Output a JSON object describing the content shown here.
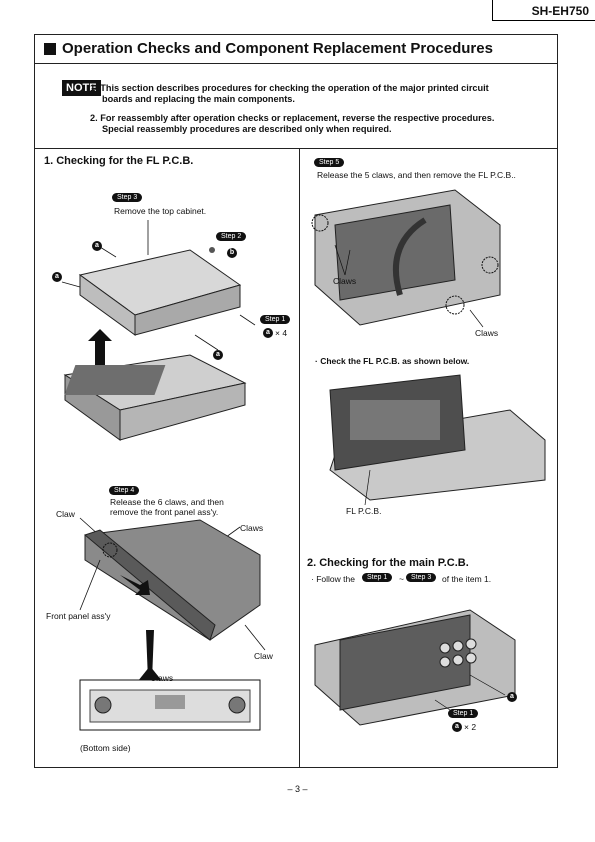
{
  "header": {
    "model": "SH-EH750"
  },
  "title": "Operation Checks and Component Replacement Procedures",
  "note": {
    "badge": "NOTE",
    "item1_a": "1. This section describes procedures for checking the operation of the major printed circuit",
    "item1_b": "boards and replacing the main components.",
    "item2_a": "2. For reassembly after operation checks or replacement, reverse the respective procedures.",
    "item2_b": "Special reassembly procedures are described only when required."
  },
  "left": {
    "heading": "1. Checking for the FL P.C.B.",
    "step3": "Step 3",
    "step3_text": "Remove the top cabinet.",
    "step2": "Step 2",
    "step1": "Step 1",
    "x4": "× 4",
    "a": "a",
    "b": "b",
    "step4": "Step 4",
    "step4_text_a": "Release the 6 claws, and then",
    "step4_text_b": "remove the front panel ass'y.",
    "claw": "Claw",
    "claws": "Claws",
    "front_panel": "Front panel ass'y",
    "claw2": "Claw",
    "claws_bottom": "Claws",
    "bottom_side": "(Bottom side)"
  },
  "right": {
    "step5": "Step 5",
    "step5_text": "Release the 5 claws, and then remove the FL P.C.B..",
    "claws_a": "Claws",
    "claws_b": "Claws",
    "check_fl": "· Check the FL P.C.B. as shown below.",
    "fl_pcb": "FL P.C.B.",
    "heading2": "2. Checking for the main P.C.B.",
    "follow_a": "· Follow the",
    "step1": "Step 1",
    "tilde": "~",
    "step3": "Step 3",
    "follow_b": "of the item 1.",
    "x2": "× 2",
    "step1b": "Step 1"
  },
  "footer": {
    "page": "– 3 –"
  }
}
